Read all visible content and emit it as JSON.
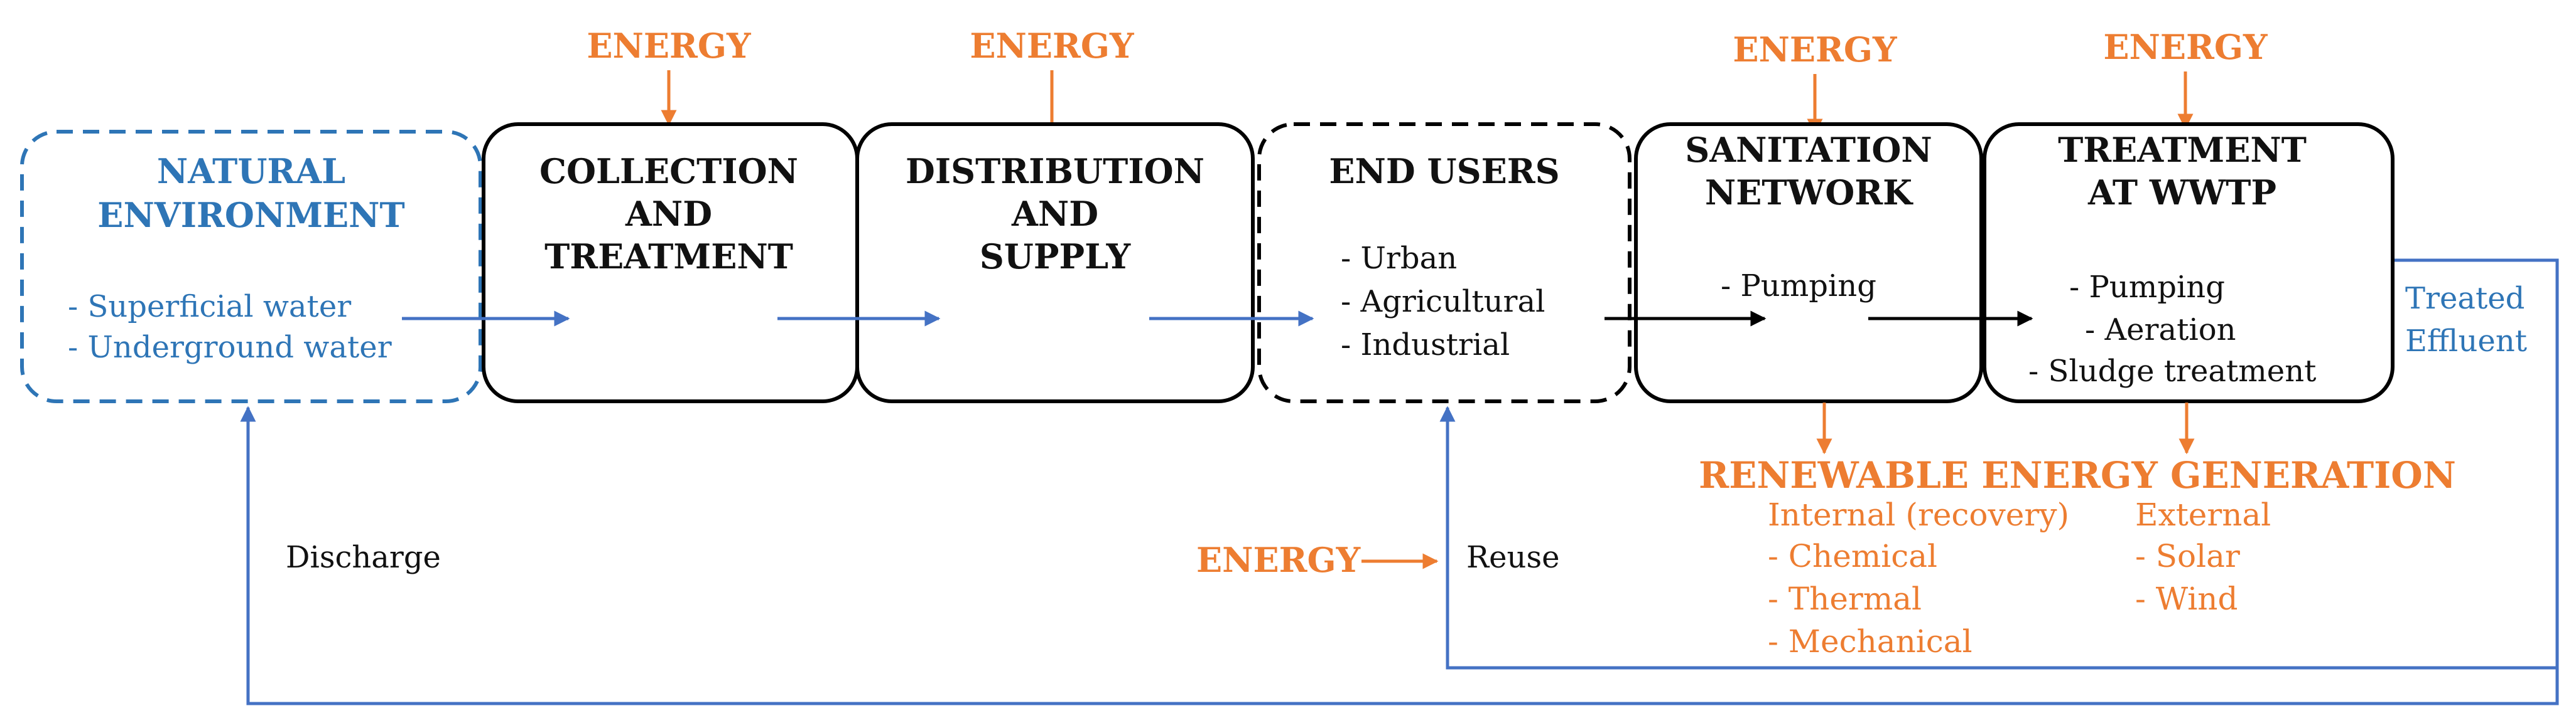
{
  "energy_label": "ENERGY",
  "nodes": {
    "natural_environment": {
      "title_lines": [
        "NATURAL",
        "ENVIRONMENT"
      ],
      "items": [
        "- Superficial water",
        "- Underground water"
      ]
    },
    "collection_treatment": {
      "title_lines": [
        "COLLECTION",
        "AND",
        "TREATMENT"
      ]
    },
    "distribution_supply": {
      "title_lines": [
        "DISTRIBUTION",
        "AND",
        "SUPPLY"
      ]
    },
    "end_users": {
      "title": "END USERS",
      "items": [
        "- Urban",
        "- Agricultural",
        "- Industrial"
      ]
    },
    "sanitation_network": {
      "title_lines": [
        "SANITATION",
        "NETWORK"
      ],
      "items": [
        "- Pumping"
      ]
    },
    "treatment_wwtp": {
      "title_lines": [
        "TREATMENT",
        "AT WWTP"
      ],
      "items": [
        "- Pumping",
        "- Aeration",
        "- Sludge treatment"
      ]
    }
  },
  "renewable": {
    "title": "RENEWABLE ENERGY GENERATION",
    "internal_heading": "Internal (recovery)",
    "internal_items": [
      "- Chemical",
      "- Thermal",
      "- Mechanical"
    ],
    "external_heading": "External",
    "external_items": [
      "- Solar",
      "- Wind"
    ]
  },
  "flows": {
    "discharge": "Discharge",
    "reuse": "Reuse",
    "treated_effluent_lines": [
      "Treated",
      "Effluent"
    ]
  },
  "colors": {
    "energy": "#ED7D31",
    "water_flow": "#4472C4",
    "natural_environment": "#2E75B6",
    "box_border": "#000000"
  }
}
